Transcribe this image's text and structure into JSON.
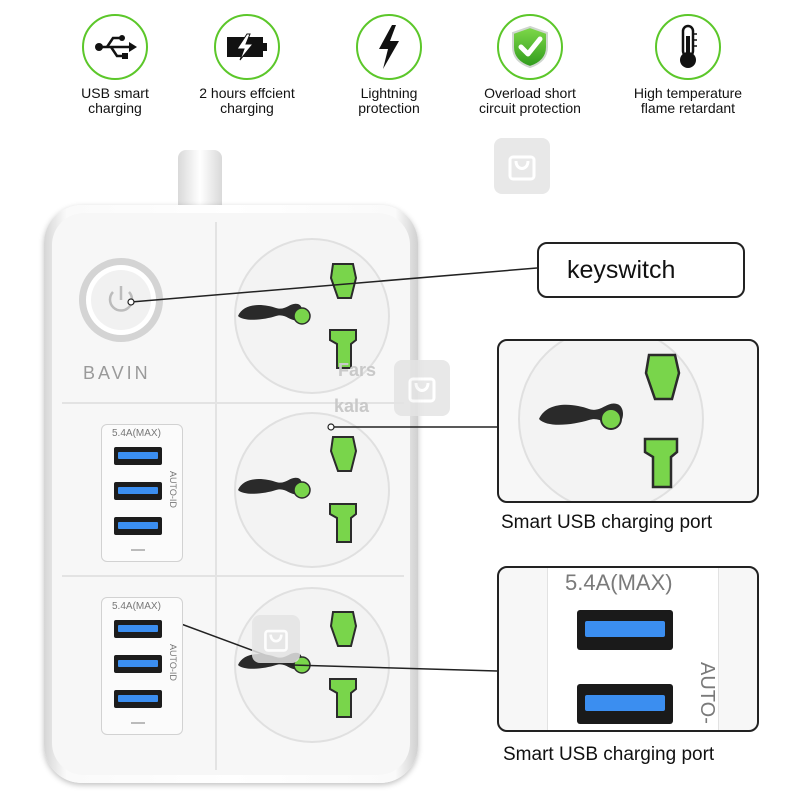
{
  "features": [
    {
      "icon": "usb-icon",
      "label_line1": "USB smart",
      "label_line2": "charging"
    },
    {
      "icon": "battery-bolt-icon",
      "label_line1": "2 hours effcient",
      "label_line2": "charging"
    },
    {
      "icon": "lightning-icon",
      "label_line1": "Lightning",
      "label_line2": "protection"
    },
    {
      "icon": "shield-check-icon",
      "label_line1": "Overload short",
      "label_line2": "circuit protection"
    },
    {
      "icon": "thermometer-icon",
      "label_line1": "High temperature",
      "label_line2": "flame retardant"
    }
  ],
  "product": {
    "brand": "BAVIN",
    "usb_groups": [
      {
        "max_label": "5.4A(MAX)",
        "auto_label": "AUTO-ID"
      },
      {
        "max_label": "5.4A(MAX)",
        "auto_label": "AUTO-ID"
      }
    ]
  },
  "callouts": {
    "keyswitch": "keyswitch",
    "socket_caption": "Smart USB charging port",
    "usb_caption": "Smart USB charging port",
    "usb_zoom_max": "5.4A(MAX)",
    "usb_zoom_auto": "AUTO-"
  },
  "watermark": {
    "line1": "Fars",
    "line2": "kala"
  },
  "colors": {
    "accent_green": "#5cc72a",
    "usb_blue": "#3b8ef0"
  }
}
